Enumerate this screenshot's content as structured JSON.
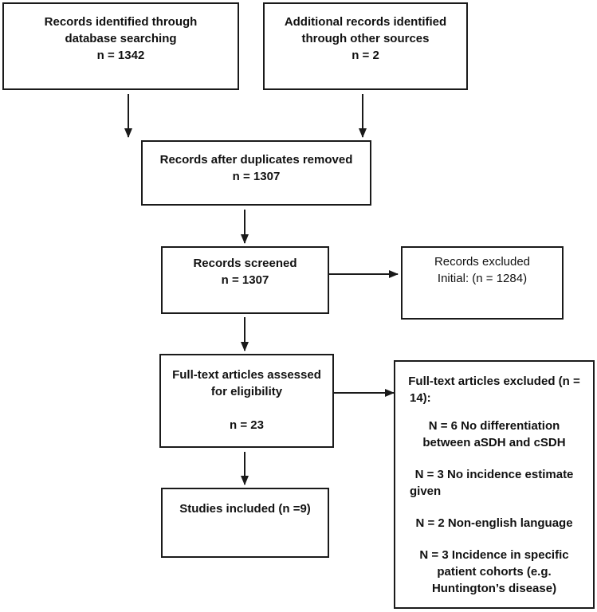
{
  "diagram": {
    "boxes": {
      "database": {
        "lines": [
          "Records identified through",
          "database searching",
          "n = 1342"
        ]
      },
      "other_sources": {
        "lines": [
          "Additional records identified",
          "through other sources",
          "n = 2"
        ]
      },
      "duplicates": {
        "lines": [
          "Records after duplicates removed",
          "n = 1307"
        ]
      },
      "screened": {
        "lines": [
          "Records screened",
          "n = 1307"
        ]
      },
      "excluded": {
        "lines": [
          "Records excluded",
          "Initial: (n =  1284)"
        ]
      },
      "fulltext": {
        "lines": [
          "Full-text articles assessed",
          "for eligibility",
          "",
          "n = 23"
        ]
      },
      "included": {
        "lines": [
          "Studies included (n =9)"
        ]
      },
      "fulltext_excluded": {
        "heading": [
          "Full-text articles excluded (n =",
          "14):"
        ],
        "reasons": [
          [
            "N = 6 No differentiation",
            "between aSDH and cSDH"
          ],
          [
            "N = 3 No incidence estimate",
            "given"
          ],
          [
            "N = 2 Non-english language"
          ],
          [
            "N = 3 Incidence in specific",
            "patient cohorts (e.g.",
            "Huntington’s disease)"
          ]
        ]
      }
    },
    "colors": {
      "border": "#1a1a1a",
      "arrow": "#1a1a1a",
      "background": "#ffffff"
    }
  }
}
